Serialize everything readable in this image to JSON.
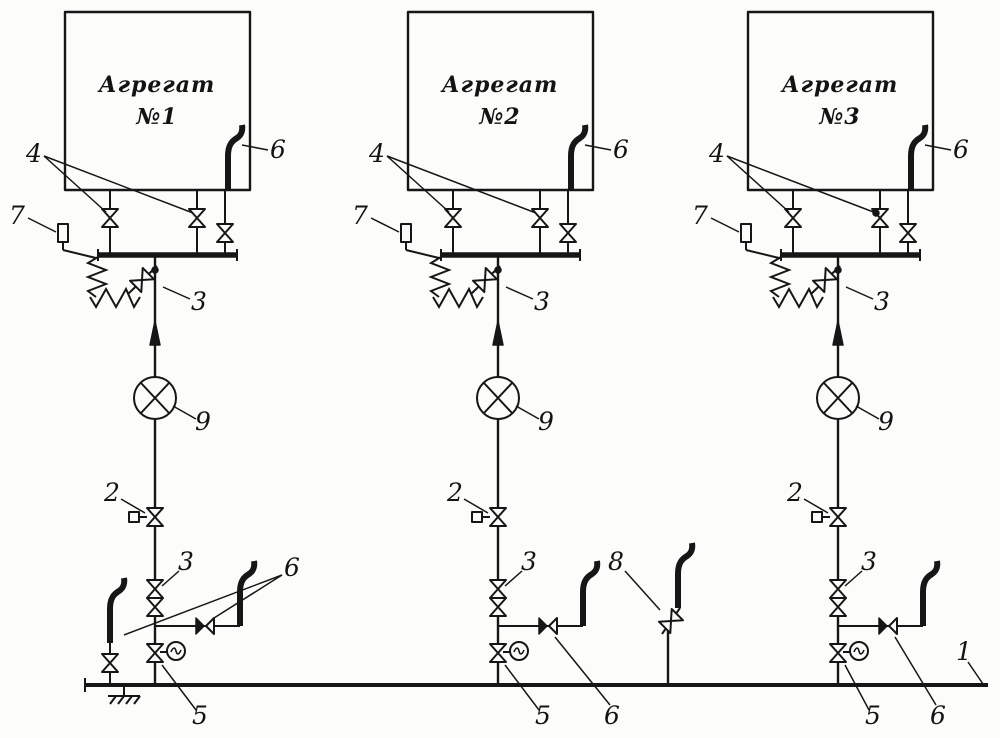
{
  "figure": {
    "colors": {
      "ink": "#161616",
      "paper": "#fcfcfa"
    },
    "units": [
      {
        "line1": "Агрегат",
        "line2": "№1"
      },
      {
        "line1": "Агрегат",
        "line2": "№2"
      },
      {
        "line1": "Агрегат",
        "line2": "№3"
      }
    ],
    "callouts": {
      "c1": "1",
      "c2": "2",
      "c3": "3",
      "c4": "4",
      "c5": "5",
      "c6": "6",
      "c7": "7",
      "c8": "8",
      "c9": "9"
    }
  }
}
